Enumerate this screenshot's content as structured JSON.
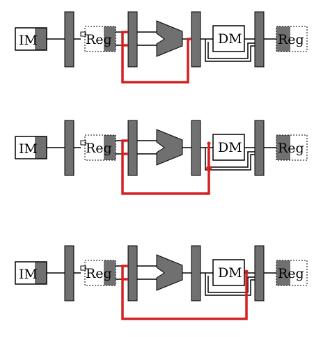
{
  "stages": [
    {
      "im": "IM",
      "reg_read": "Reg",
      "dm": "DM",
      "reg_write": "Reg"
    },
    {
      "im": "IM",
      "reg_read": "Reg",
      "dm": "DM",
      "reg_write": "Reg"
    },
    {
      "im": "IM",
      "reg_read": "Reg",
      "dm": "DM",
      "reg_write": "Reg"
    }
  ],
  "colors": {
    "latch": "#707070",
    "wire": "#000000",
    "forward": "#d42020",
    "background": "#ffffff"
  }
}
